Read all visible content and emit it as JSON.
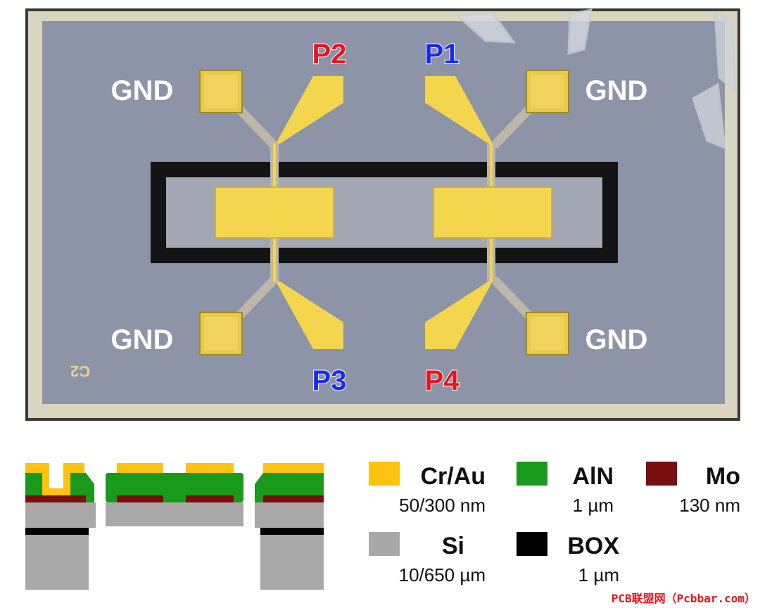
{
  "chip": {
    "ports": [
      {
        "id": "p2",
        "text": "P2",
        "color": "#e8141e"
      },
      {
        "id": "p1",
        "text": "P1",
        "color": "#1a2be8"
      },
      {
        "id": "p3",
        "text": "P3",
        "color": "#1a2be8"
      },
      {
        "id": "p4",
        "text": "P4",
        "color": "#e8141e"
      }
    ],
    "gnd_label": "GND",
    "die_mark": "C2"
  },
  "legend": {
    "items": [
      {
        "id": "crau",
        "name": "Cr/Au",
        "sub": "50/300 nm",
        "color": "#ffc20e"
      },
      {
        "id": "aln",
        "name": "AlN",
        "sub": "1 µm",
        "color": "#1a9a1a"
      },
      {
        "id": "mo",
        "name": "Mo",
        "sub": "130 nm",
        "color": "#7a0d0d"
      },
      {
        "id": "si",
        "name": "Si",
        "sub": "10/650 µm",
        "color": "#a8a8a8"
      },
      {
        "id": "box",
        "name": "BOX",
        "sub": "1 µm",
        "color": "#000000"
      }
    ]
  },
  "colors": {
    "die": "#8c93a6",
    "die_border": "#d8d4c0",
    "gold": "#f2d658",
    "gold_edge": "#c8aa30",
    "trace_gray": "#bdb8aa",
    "trench": "#121212"
  },
  "watermark": "PCB联盟网（Pcbbar.com）"
}
